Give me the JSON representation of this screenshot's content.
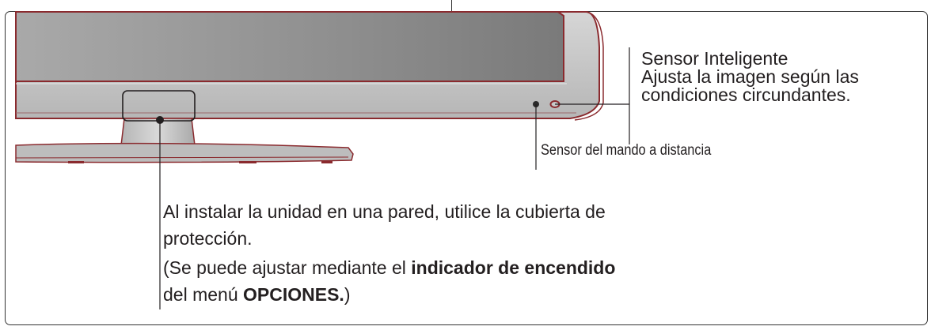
{
  "smart_sensor": {
    "title": "Sensor Inteligente",
    "description_line1": "Ajusta la imagen según las",
    "description_line2": "condiciones circundantes."
  },
  "remote_sensor": {
    "label": "Sensor del mando a distancia"
  },
  "power_indicator_note": {
    "install_line1": "Al instalar la unidad en una pared, utilice la cubierta de",
    "install_line2": "protección.",
    "adjust_part1": "(Se puede ajustar mediante el ",
    "adjust_bold1": "indicador de encendido",
    "adjust_part2": "del menú ",
    "adjust_bold2": "OPCIONES.",
    "adjust_part3": ")"
  },
  "colors": {
    "tv_frame": "#8a2a2e",
    "screen": "#8f8f8f",
    "bezel": "#c4c4c4",
    "text": "#231f20"
  }
}
